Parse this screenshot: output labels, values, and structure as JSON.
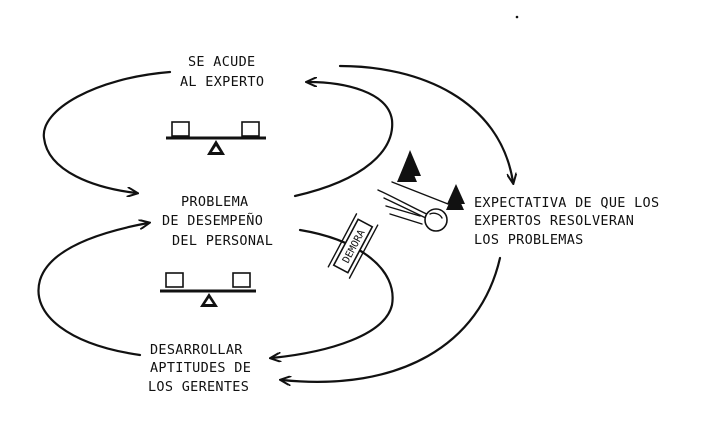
{
  "nodes": {
    "expert": {
      "line1": "SE ACUDE",
      "line2": "AL EXPERTO"
    },
    "problem": {
      "line1": "PROBLEMA",
      "line2": "DE DESEMPEÑO",
      "line3": "DEL PERSONAL"
    },
    "skills": {
      "line1": "DESARROLLAR",
      "line2": "APTITUDES DE",
      "line3": "LOS GERENTES"
    },
    "expectation": {
      "line1": "EXPECTATIVA DE QUE LOS",
      "line2": "EXPERTOS RESOLVERAN",
      "line3": "LOS PROBLEMAS"
    }
  },
  "delay_label": "DEMORA"
}
